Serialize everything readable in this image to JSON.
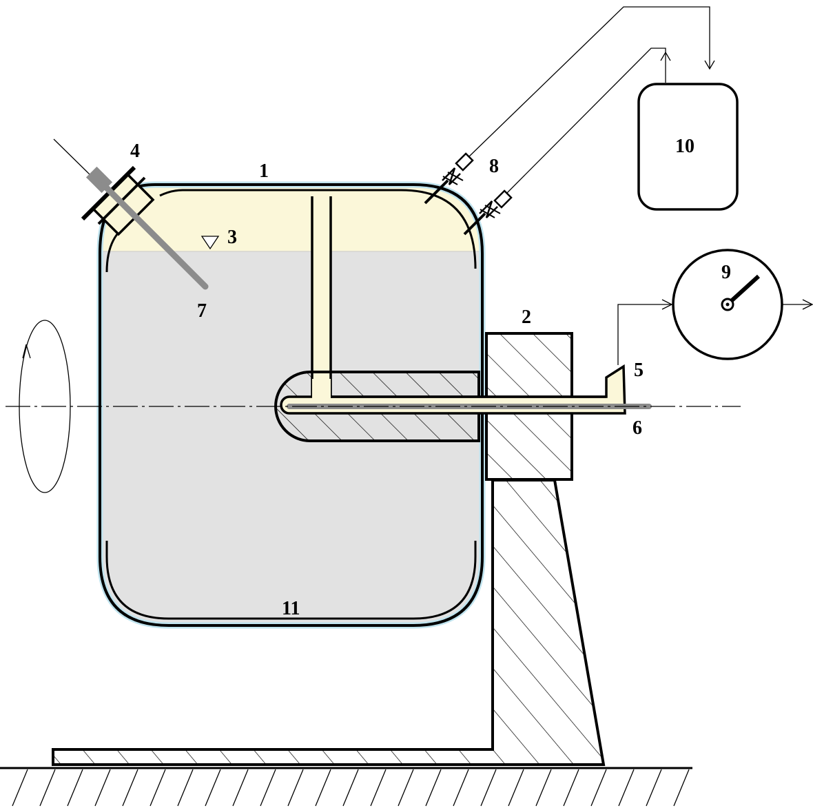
{
  "diagram": {
    "labels": {
      "vessel_body": "1",
      "bearing_housing": "2",
      "liquid_level": "3",
      "flange_port": "4",
      "outlet_nozzle": "5",
      "shaft": "6",
      "probe_rod": "7",
      "valves": "8",
      "gauge": "9",
      "control_unit": "10",
      "vessel_bottom": "11"
    },
    "colors": {
      "line": "#000000",
      "liquid": "#e2e2e2",
      "gas_space": "#fbf7d9",
      "jacket": "#bfe3ee",
      "probe": "#8c8c8c",
      "hatch": "#000000"
    }
  }
}
